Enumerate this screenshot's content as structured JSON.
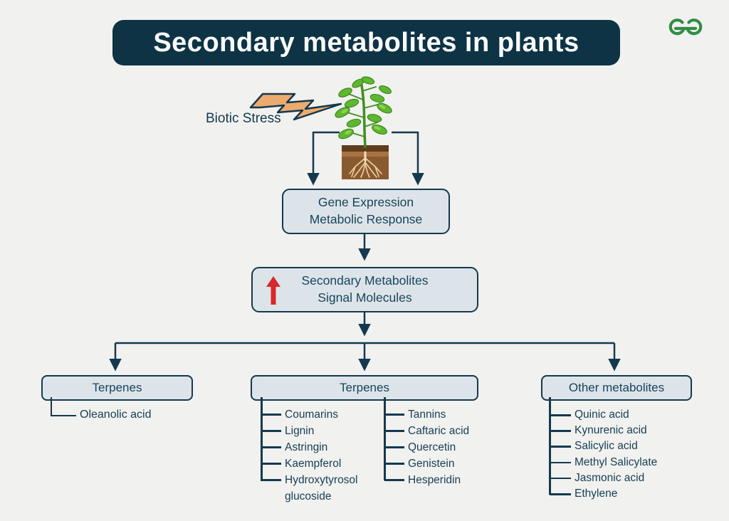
{
  "title": "Secondary metabolites in plants",
  "logo": {
    "name": "geeksforgeeks-logo",
    "color": "#2f8d46"
  },
  "stress": {
    "label": "Biotic Stress"
  },
  "flow": {
    "gene_box": {
      "line1": "Gene Expression",
      "line2": "Metabolic Response"
    },
    "metabolite_box": {
      "line1": "Secondary Metabolites",
      "line2": "Signal Molecules"
    }
  },
  "branches": [
    {
      "header": "Terpenes",
      "items": [
        "Oleanolic acid"
      ]
    },
    {
      "header": "Terpenes",
      "col1": [
        "Coumarins",
        "Lignin",
        "Astringin",
        "Kaempferol",
        "Hydroxytyrosol glucoside"
      ],
      "col2": [
        "Tannins",
        "Caftaric acid",
        "Quercetin",
        "Genistein",
        "Hesperidin"
      ]
    },
    {
      "header": "Other metabolites",
      "items": [
        "Quinic acid",
        "Kynurenic acid",
        "Salicylic acid",
        "Methyl Salicylate",
        "Jasmonic acid",
        "Ethylene"
      ]
    }
  ],
  "colors": {
    "background": "#f1f1ef",
    "banner_bg": "#0d3345",
    "box_fill": "#dde4e9",
    "line_navy": "#14394e",
    "red_arrow": "#d7282d",
    "lightning_fill": "#edaa6e",
    "logo_green": "#2f8d46",
    "title_text": "#fafafa",
    "body_text": "#17455c"
  }
}
